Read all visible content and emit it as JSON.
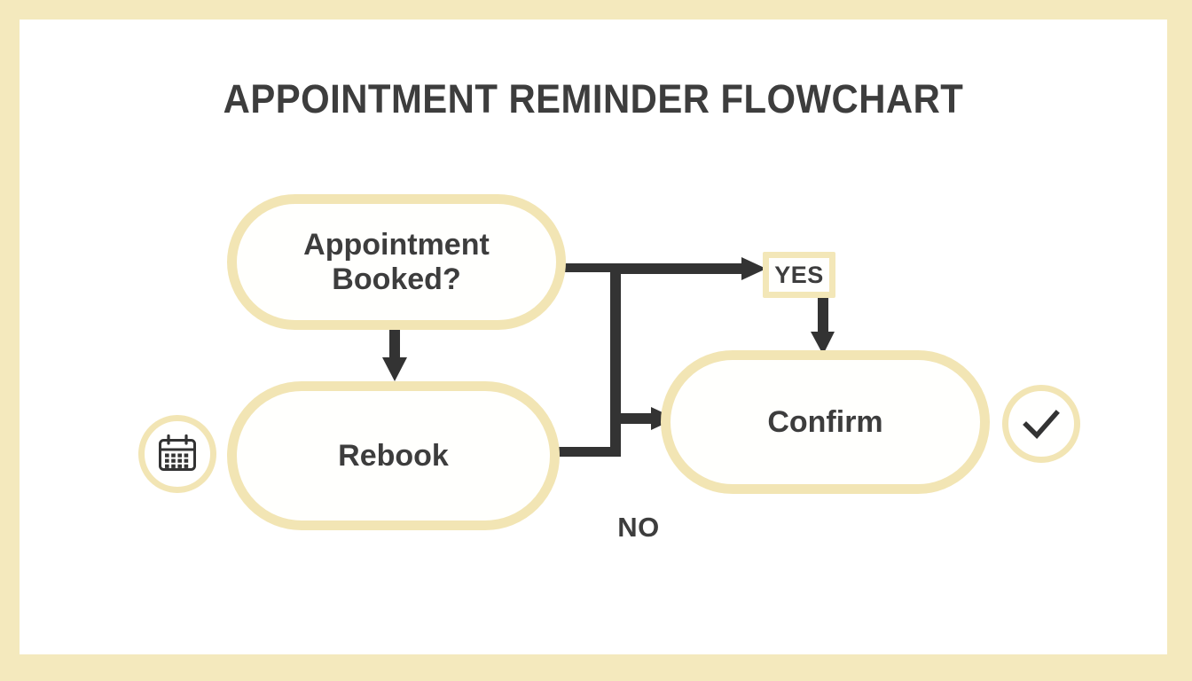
{
  "page": {
    "title": "APPOINTMENT REMINDER FLOWCHART",
    "frame_color": "#f4e9bd",
    "card_color": "#ffffff",
    "accent_color": "#f2e5b4",
    "text_color": "#3d3d3d",
    "connector_color": "#333333"
  },
  "diagram": {
    "type": "flowchart",
    "nodes": [
      {
        "id": "appointment",
        "label": "Appointment\nBooked?",
        "line1": "Appointment",
        "line2": "Booked?",
        "shape": "rounded-pill"
      },
      {
        "id": "rebook",
        "label": "Rebook",
        "shape": "rounded-pill"
      },
      {
        "id": "confirm",
        "label": "Confirm",
        "shape": "rounded-pill"
      }
    ],
    "edge_labels": [
      {
        "id": "yes",
        "label": "YES",
        "boxed": true
      },
      {
        "id": "no",
        "label": "NO",
        "boxed": false
      }
    ],
    "badges": [
      {
        "id": "calendar",
        "icon": "calendar-icon"
      },
      {
        "id": "check",
        "icon": "check-icon"
      }
    ],
    "edges": [
      {
        "from": "appointment",
        "to": "yes",
        "direction": "right"
      },
      {
        "from": "yes",
        "to": "confirm",
        "direction": "down"
      },
      {
        "from": "appointment",
        "to": "rebook",
        "direction": "down"
      },
      {
        "from": "rebook",
        "to": "confirm",
        "direction": "right",
        "label": "NO"
      }
    ]
  }
}
